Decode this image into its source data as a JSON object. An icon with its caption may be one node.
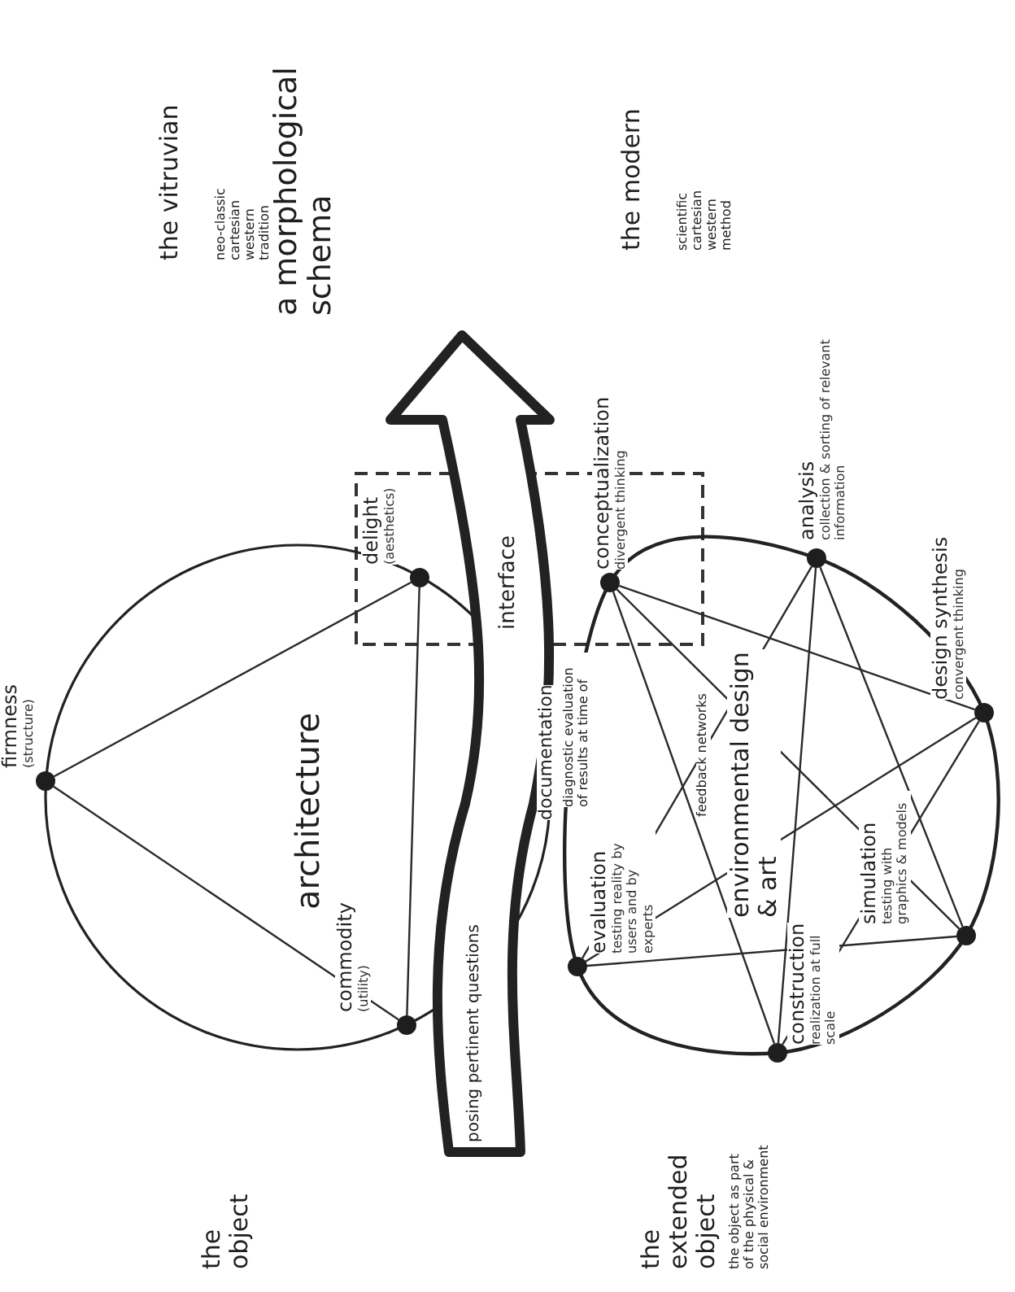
{
  "diagram": {
    "title": "a morphological schema",
    "nodes": [
      {
        "text": [
          "architecture"
        ]
      },
      {
        "text": [],
        "shape": "circle",
        "beside": [
          "firmness",
          "(structure)"
        ],
        "in": 0
      },
      {
        "text": [],
        "shape": "circle",
        "beside": [
          "commodity",
          "(utility)"
        ],
        "in": 0
      },
      {
        "text": [],
        "shape": "circle",
        "beside": [
          "delight",
          "(aesthetics)"
        ],
        "in": 0
      },
      {
        "text": [
          "environmental design & art"
        ]
      },
      {
        "text": [],
        "shape": "circle",
        "beside": [
          "evaluation",
          "testing reality by users and by experts"
        ],
        "in": 4
      },
      {
        "text": [],
        "shape": "circle",
        "beside": [
          "construction",
          "realization at full scale"
        ],
        "in": 4
      },
      {
        "text": [],
        "shape": "circle",
        "beside": [
          "simulation",
          "testing with graphics & models"
        ],
        "in": 4
      },
      {
        "text": [],
        "shape": "circle",
        "beside": [
          "design synthesis",
          "convergent thinking"
        ],
        "in": 4
      },
      {
        "text": [],
        "shape": "circle",
        "beside": [
          "analysis",
          "collection & sorting of relevant information"
        ],
        "in": 4
      },
      {
        "text": [],
        "shape": "circle",
        "beside": [
          "conceptualization",
          "divergent thinking"
        ],
        "in": 4
      }
    ],
    "edges": [
      {
        "from": 1,
        "to": 3,
        "arrow": "none"
      },
      {
        "from": 1,
        "to": 2,
        "arrow": "none"
      },
      {
        "from": 2,
        "to": 3,
        "arrow": "none"
      },
      {
        "from": 5,
        "to": 7,
        "arrow": "none"
      },
      {
        "from": 5,
        "to": 8,
        "arrow": "none"
      },
      {
        "from": 5,
        "to": 9,
        "arrow": "none"
      },
      {
        "from": 6,
        "to": 8,
        "arrow": "none"
      },
      {
        "from": 6,
        "to": 9,
        "arrow": "none"
      },
      {
        "from": 6,
        "to": 10,
        "arrow": "none"
      },
      {
        "from": 7,
        "to": 9,
        "arrow": "none"
      },
      {
        "from": 7,
        "to": 10,
        "arrow": "none"
      },
      {
        "from": 8,
        "to": 10,
        "arrow": "none"
      }
    ],
    "labels": [
      "the vitruvian",
      "neo-classic cartesian western tradition",
      "the modern",
      "scientific cartesian western method",
      "the object",
      "posing pertinent questions",
      "interface",
      "documentation",
      "diagnostic evaluation of results at time of",
      "feedback networks",
      "the extended object",
      "the object as part of the physical & social environment"
    ]
  }
}
